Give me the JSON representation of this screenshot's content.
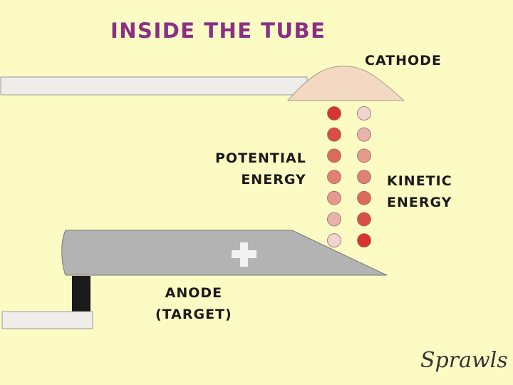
{
  "title": "INSIDE THE TUBE",
  "labels": {
    "cathode": "CATHODE",
    "potential_line1": "POTENTIAL",
    "potential_line2": "ENERGY",
    "kinetic_line1": "KINETIC",
    "kinetic_line2": "ENERGY",
    "anode_line1": "ANODE",
    "anode_line2": "(TARGET)",
    "plus_symbol": "+"
  },
  "signature": "Sprawls",
  "colors": {
    "background": "#fdfbc4",
    "title": "#8a2f86",
    "cathode": "#f3d9c2",
    "anode": "#b3b3b3",
    "rod": "#efedea",
    "stem": "#1a1a1a"
  },
  "electrons": {
    "potential_colors": [
      "#d9352f",
      "#d94e44",
      "#db6b5d",
      "#df8072",
      "#e4998c",
      "#e8b3aa",
      "#efd4d2"
    ],
    "kinetic_colors": [
      "#efd4d2",
      "#e8b3aa",
      "#e4998c",
      "#df8072",
      "#db6b5d",
      "#d94e44",
      "#d9352f"
    ]
  }
}
